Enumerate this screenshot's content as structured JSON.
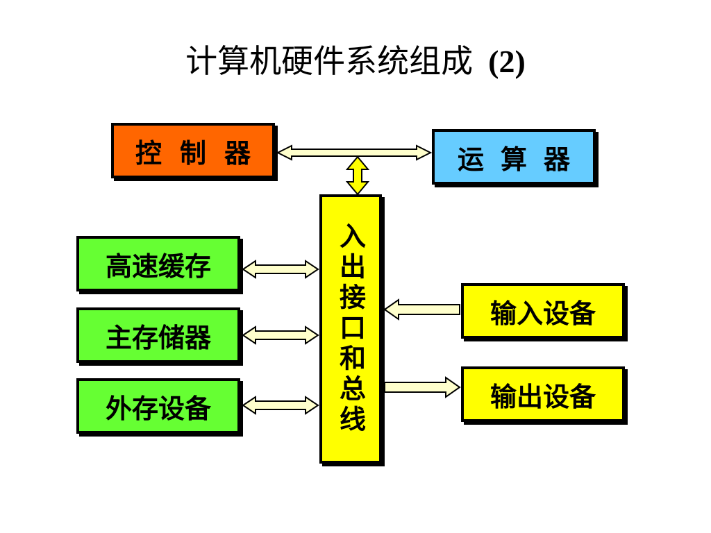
{
  "title": {
    "main": "计算机硬件系统组成",
    "suffix": "(2)"
  },
  "blocks": {
    "controller": "控制器",
    "alu": "运算器",
    "bus": "入出接口和总线",
    "cache": "高速缓存",
    "main_memory": "主存储器",
    "external_storage": "外存设备",
    "input_device": "输入设备",
    "output_device": "输出设备"
  },
  "colors": {
    "controller": "#ff6600",
    "alu": "#66ccff",
    "bus": "#ffff00",
    "memory_blocks": "#66ff33",
    "io_blocks": "#ffff00",
    "arrow_fill": "#ffffcc",
    "arrow_stroke": "#000000"
  }
}
